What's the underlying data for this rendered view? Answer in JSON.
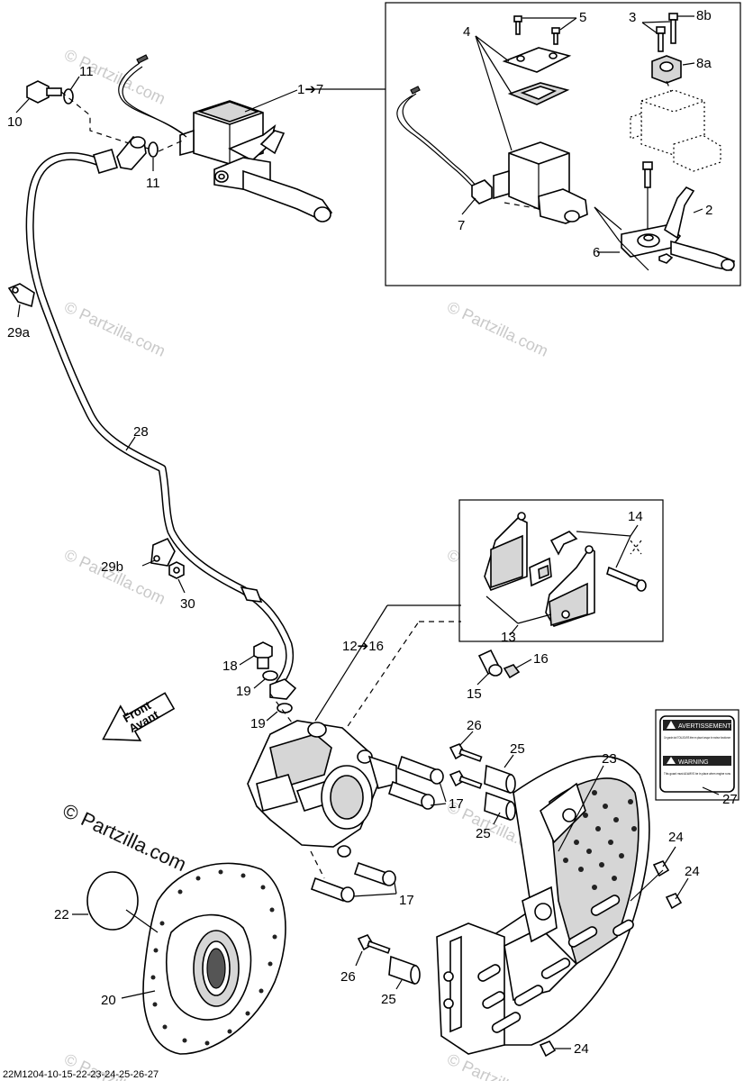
{
  "watermark": "© Partzilla.com",
  "footer_code": "22M1204-10-15-22-23-24-25-26-27",
  "front_arrow": {
    "line1": "Front",
    "line2": "Avant"
  },
  "decal": {
    "warning_fr": "AVERTISSEMENT",
    "text_fr": "Ce garde doit TOUJOURS être en place lorsque le moteur fonctionne",
    "warning_en": "WARNING",
    "text_en": "This guard must ALWAYS be in place when engine runs"
  },
  "callouts": {
    "c1_7": "1➔7",
    "c2": "2",
    "c3": "3",
    "c4": "4",
    "c5": "5",
    "c6": "6",
    "c7": "7",
    "c8a": "8a",
    "c8b": "8b",
    "c10": "10",
    "c11a": "11",
    "c11b": "11",
    "c12_16": "12➔16",
    "c13": "13",
    "c14": "14",
    "c15": "15",
    "c16": "16",
    "c17a": "17",
    "c17b": "17",
    "c18": "18",
    "c19a": "19",
    "c19b": "19",
    "c20": "20",
    "c22": "22",
    "c23": "23",
    "c24a": "24",
    "c24b": "24",
    "c24c": "24",
    "c25a": "25",
    "c25b": "25",
    "c25c": "25",
    "c26a": "26",
    "c26b": "26",
    "c27": "27",
    "c28": "28",
    "c29a": "29a",
    "c29b": "29b",
    "c30": "30"
  }
}
